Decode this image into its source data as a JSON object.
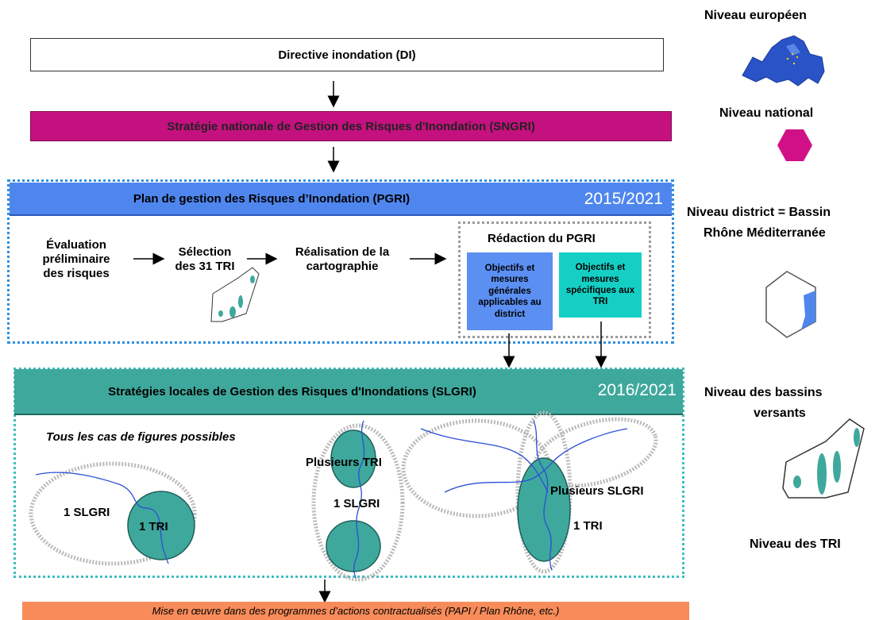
{
  "levels": {
    "european": "Niveau européen",
    "national": "Niveau national",
    "district": "Niveau district = Bassin Rhône Méditerranée",
    "district_line1": "Niveau district = Bassin",
    "district_line2": "Rhône Méditerranée",
    "bassins_line1": "Niveau des bassins",
    "bassins_line2": "versants",
    "tri": "Niveau des TRI"
  },
  "directive": {
    "label": "Directive inondation (DI)"
  },
  "sngri": {
    "label": "Stratégie nationale de Gestion des Risques d'Inondation (SNGRI)"
  },
  "pgri": {
    "title": "Plan de gestion des Risques d’Inondation (PGRI)",
    "period": "2015/2021",
    "steps": {
      "eval_line1": "Évaluation",
      "eval_line2": "préliminaire",
      "eval_line3": "des risques",
      "selection_line1": "Sélection",
      "selection_line2": "des 31 TRI",
      "carto_line1": "Réalisation de la",
      "carto_line2": "cartographie"
    },
    "redaction": {
      "title": "Rédaction du PGRI",
      "general": "Objectifs et mesures générales applicables au district",
      "specific": "Objectifs et mesures spécifiques aux TRI"
    }
  },
  "slgri": {
    "title": "Stratégies locales de Gestion des Risques d'Inondations (SLGRI)",
    "period": "2016/2021",
    "cases_title": "Tous les cas de figures possibles",
    "case1_slgri": "1 SLGRI",
    "case1_tri": "1 TRI",
    "case2_tri": "Plusieurs TRI",
    "case2_slgri": "1 SLGRI",
    "case3_slgri": "Plusieurs SLGRI",
    "case3_tri": "1 TRI"
  },
  "implementation": {
    "label": "Mise en œuvre dans des programmes d’actions contractualisés (PAPI / Plan Rhône, etc.)"
  },
  "colors": {
    "sngri": "#c4117f",
    "pgri": "#4f86ee",
    "slgri": "#3fa89c",
    "tri_fill": "#3fa89c",
    "mise": "#f78c5a",
    "river": "#2b4fd6"
  },
  "icons": [
    "europe-map-icon",
    "hexagon-france-icon",
    "district-hexagon-icon",
    "bassin-versant-icon"
  ]
}
